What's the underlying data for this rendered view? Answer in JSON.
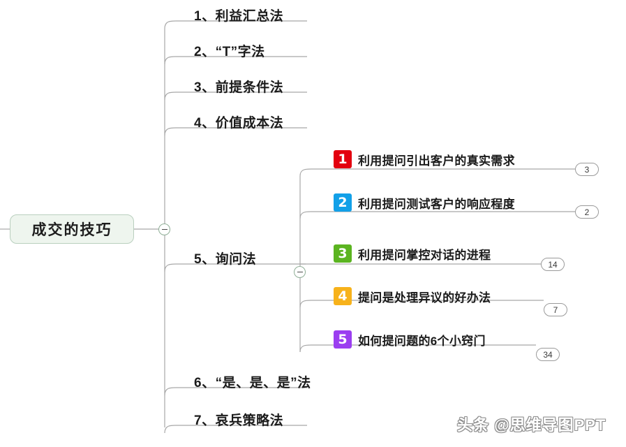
{
  "root": {
    "label": "成交的技巧",
    "box_color": "#eef5ee",
    "border_color": "#b9cfbe"
  },
  "toggles": {
    "root_toggle_symbol": "−",
    "sub_toggle_symbol": "−"
  },
  "branches": [
    {
      "label": "1、利益汇总法"
    },
    {
      "label": "2、“T”字法"
    },
    {
      "label": "3、前提条件法"
    },
    {
      "label": "4、价值成本法"
    },
    {
      "label": "5、询问法"
    },
    {
      "label": "6、“是、是、是”法"
    },
    {
      "label": "7、哀兵策略法"
    }
  ],
  "subbranches": [
    {
      "number": "1",
      "label": "利用提问引出客户的真实需求",
      "count": "3",
      "color": "#e3000f"
    },
    {
      "number": "2",
      "label": "利用提问测试客户的响应程度",
      "count": "2",
      "color": "#12a0e8"
    },
    {
      "number": "3",
      "label": "利用提问掌控对话的进程",
      "count": "14",
      "color": "#5bb420"
    },
    {
      "number": "4",
      "label": "提问是处理异议的好办法",
      "count": "7",
      "color": "#f7b21b"
    },
    {
      "number": "5",
      "label": "如何提问题的6个小窍门",
      "count": "34",
      "color": "#9b3ef0"
    }
  ],
  "watermark": {
    "text": "头条 @思维导图PPT"
  }
}
